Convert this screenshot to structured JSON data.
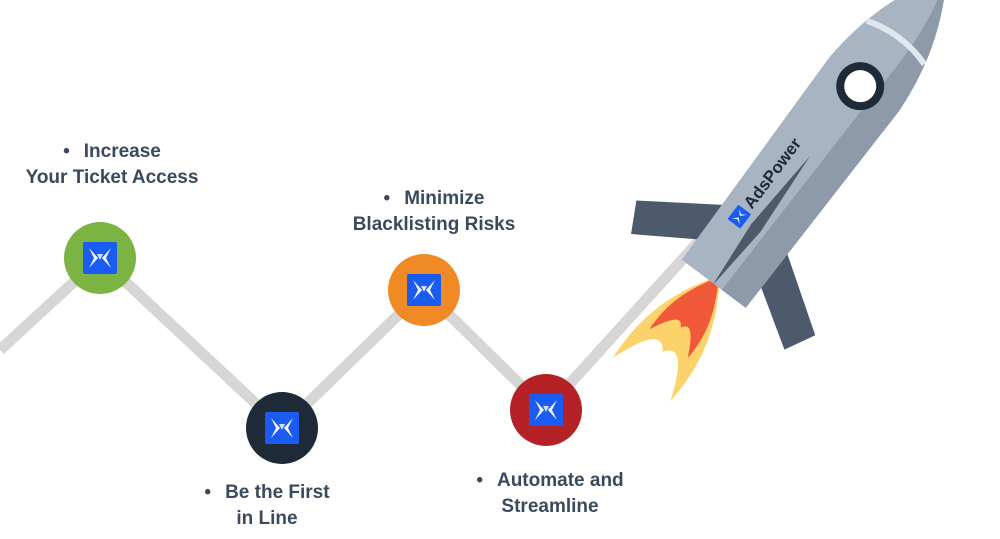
{
  "milestones": [
    {
      "line1": "Increase",
      "line2": "Your Ticket Access",
      "node_color": "#7cb443"
    },
    {
      "line1": "Minimize",
      "line2": "Blacklisting Risks",
      "node_color": "#f08a24"
    },
    {
      "line1": "Be the First",
      "line2": "in Line",
      "node_color": "#1f2a38"
    },
    {
      "line1": "Automate and",
      "line2": "Streamline",
      "node_color": "#b42228"
    }
  ],
  "rocket": {
    "brand_text": "AdsPower"
  },
  "colors": {
    "path": "#d6d6d6",
    "text": "#3a4a5c",
    "logo_blue": "#1a5cf2",
    "rocket_body": "#a9b4c2",
    "rocket_fins": "#4c5a6c",
    "flame_outer": "#fcd36a",
    "flame_inner": "#f0583a"
  }
}
